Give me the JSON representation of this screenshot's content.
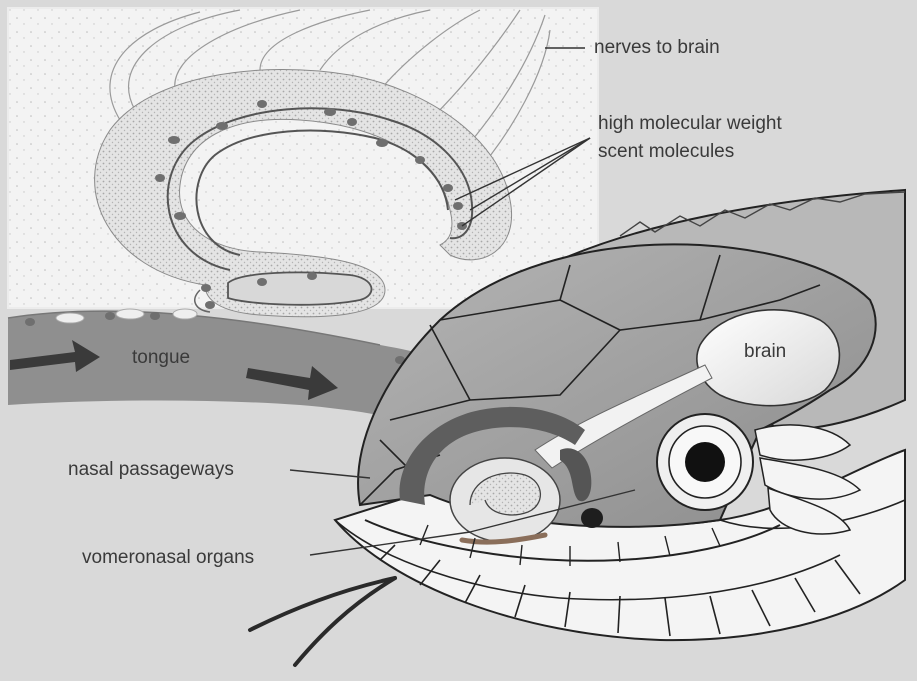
{
  "labels": {
    "nerves_to_brain": "nerves to brain",
    "scent_molecules_line1": "high molecular weight",
    "scent_molecules_line2": "scent molecules",
    "tongue": "tongue",
    "brain": "brain",
    "nasal_passageways": "nasal passageways",
    "vomeronasal_organs": "vomeronasal organs"
  },
  "colors": {
    "background": "#d9d9d9",
    "inset_background": "#f2f2f2",
    "tongue": "#8f8f8f",
    "arrow": "#3a3a3a",
    "snake_head_dark": "#9d9d9d",
    "snake_head_light": "#f5f5f5",
    "organ_stipple": "#dedede",
    "text": "#3a3a3a"
  }
}
